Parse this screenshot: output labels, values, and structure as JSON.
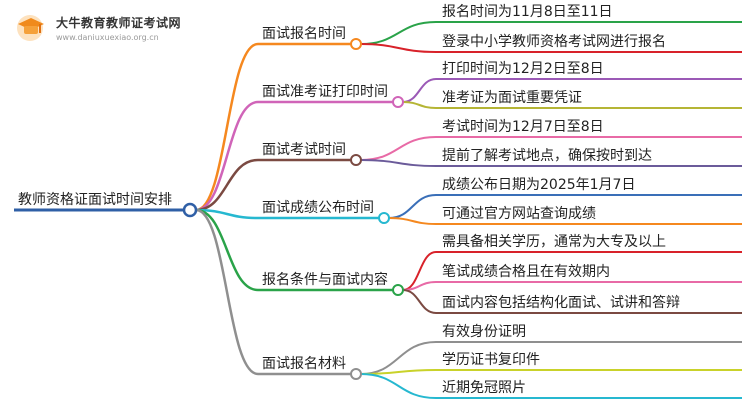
{
  "brand": {
    "title": "大牛教育教师证考试网",
    "url": "www.daniuxuexiao.org.cn"
  },
  "colors": {
    "root": "#2f5fa6",
    "b1": "#f5881f",
    "b2": "#d064b8",
    "b3": "#7b4a42",
    "b4": "#26b8d0",
    "b5": "#2aa349",
    "b6": "#8f8f8f"
  },
  "root": {
    "label": "教师资格证面试时间安排"
  },
  "branches": [
    {
      "label": "面试报名时间",
      "children": [
        {
          "label": "报名时间为11月8日至11日",
          "color": "#2aa349"
        },
        {
          "label": "登录中小学教师资格考试网进行报名",
          "color": "#d8222a"
        }
      ]
    },
    {
      "label": "面试准考证打印时间",
      "children": [
        {
          "label": "打印时间为12月2日至8日",
          "color": "#9b59b6"
        },
        {
          "label": "准考证为面试重要凭证",
          "color": "#b5b535"
        }
      ]
    },
    {
      "label": "面试考试时间",
      "children": [
        {
          "label": "考试时间为12月7日至8日",
          "color": "#e86aa6"
        },
        {
          "label": "提前了解考试地点，确保按时到达",
          "color": "#6b5b9a"
        }
      ]
    },
    {
      "label": "面试成绩公布时间",
      "children": [
        {
          "label": "成绩公布日期为2025年1月7日",
          "color": "#3a6fb8"
        },
        {
          "label": "可通过官方网站查询成绩",
          "color": "#f5881f"
        }
      ]
    },
    {
      "label": "报名条件与面试内容",
      "children": [
        {
          "label": "需具备相关学历，通常为大专及以上",
          "color": "#d8222a"
        },
        {
          "label": "笔试成绩合格且在有效期内",
          "color": "#e86aa6"
        },
        {
          "label": "面试内容包括结构化面试、试讲和答辩",
          "color": "#7b4a42"
        }
      ]
    },
    {
      "label": "面试报名材料",
      "children": [
        {
          "label": "有效身份证明",
          "color": "#8f8f8f"
        },
        {
          "label": "学历证书复印件",
          "color": "#c9d22a"
        },
        {
          "label": "近期免冠照片",
          "color": "#26b8d0"
        }
      ]
    }
  ]
}
